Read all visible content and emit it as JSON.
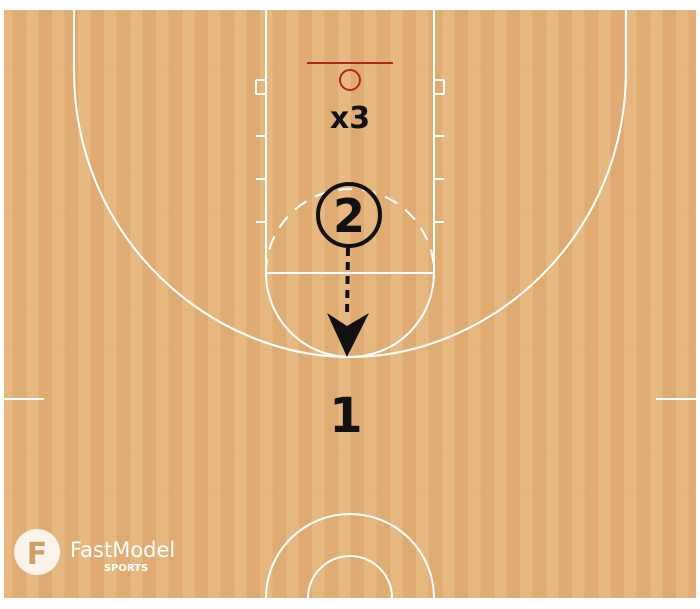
{
  "diagram": {
    "players": [
      {
        "id": "p1",
        "label": "1",
        "circled": false
      },
      {
        "id": "p2",
        "label": "2",
        "circled": true
      },
      {
        "id": "x3",
        "label": "x3",
        "circled": false
      }
    ],
    "actions": [
      {
        "type": "dribble-dashed-arrow",
        "from": "p2",
        "direction": "down"
      }
    ]
  },
  "branding": {
    "name": "FastModel",
    "sub": "SPORTS",
    "logo_letter": "F"
  },
  "colors": {
    "floor": "#e2b078",
    "floor_dark": "#d6a268",
    "lines": "#ffffff",
    "hoop": "#b0251e",
    "ink": "#111111"
  }
}
